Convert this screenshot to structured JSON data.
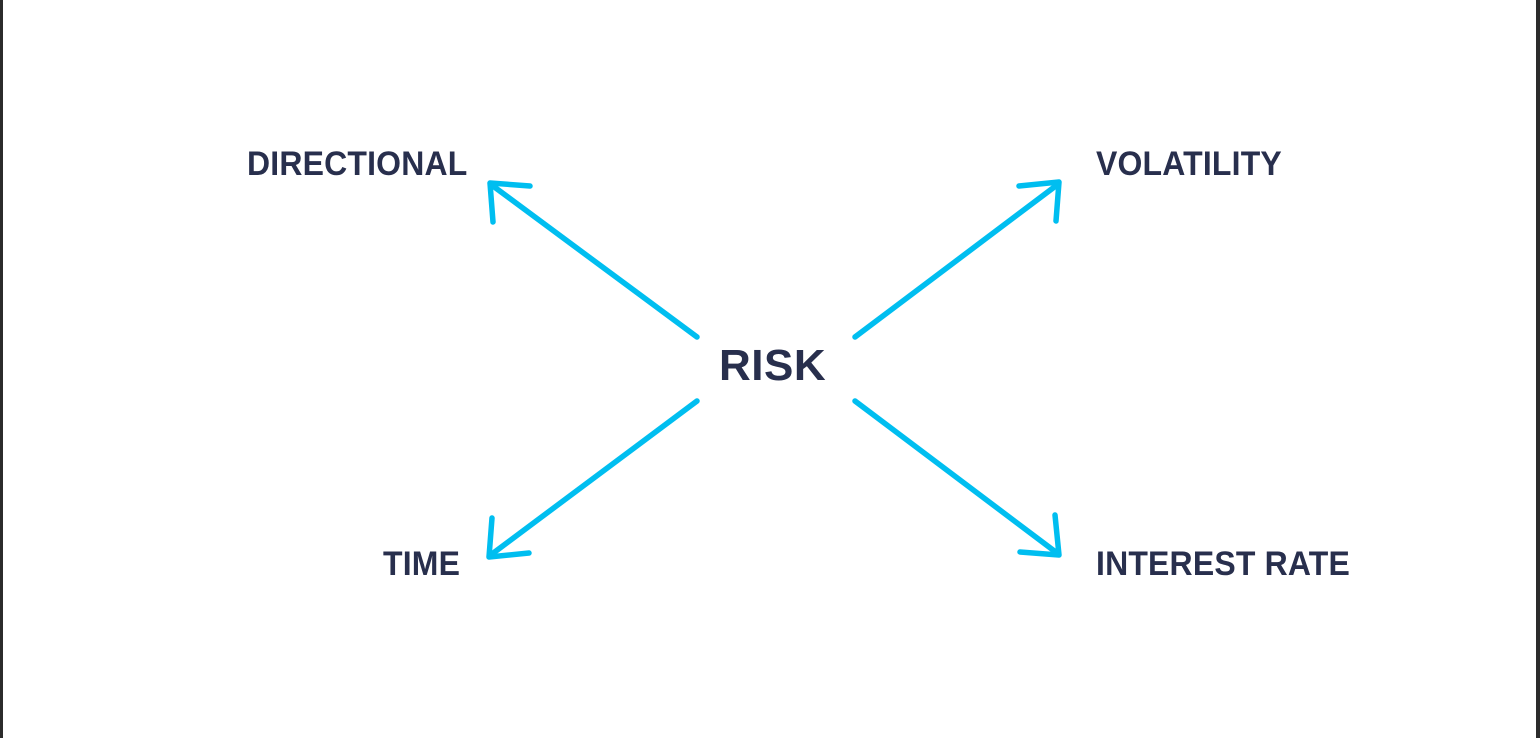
{
  "diagram": {
    "title": "RISK",
    "center": {
      "label": "RISK",
      "color": "#282f4d"
    },
    "arrow_color": "#00bef0",
    "label_color": "#282f4d",
    "background_color": "#ffffff",
    "edge_stripe_color": "#2b2b2b",
    "nodes": [
      {
        "id": "directional",
        "label": "DIRECTIONAL",
        "position": "top-left"
      },
      {
        "id": "volatility",
        "label": "VOLATILITY",
        "position": "top-right"
      },
      {
        "id": "time",
        "label": "TIME",
        "position": "bottom-left"
      },
      {
        "id": "interest-rate",
        "label": "INTEREST RATE",
        "position": "bottom-right"
      }
    ],
    "connectors": [
      {
        "from": "RISK",
        "to": "DIRECTIONAL",
        "style": "arrow",
        "direction": "up-left"
      },
      {
        "from": "RISK",
        "to": "VOLATILITY",
        "style": "arrow",
        "direction": "up-right"
      },
      {
        "from": "RISK",
        "to": "TIME",
        "style": "arrow",
        "direction": "down-left"
      },
      {
        "from": "RISK",
        "to": "INTEREST RATE",
        "style": "arrow",
        "direction": "down-right"
      }
    ]
  }
}
